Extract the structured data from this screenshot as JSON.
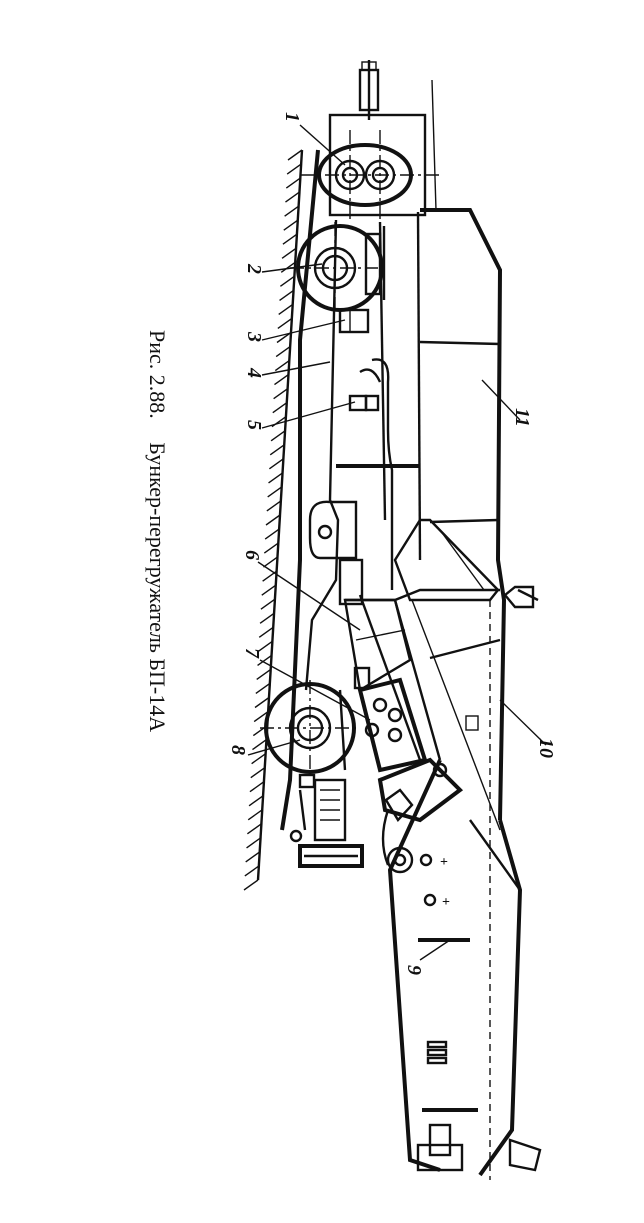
{
  "caption": {
    "figure_number": "Рис. 2.88.",
    "title": "Бункер-перегружатель БП-14А"
  },
  "callouts": [
    {
      "id": "callout-1",
      "label": "1"
    },
    {
      "id": "callout-2",
      "label": "2"
    },
    {
      "id": "callout-3",
      "label": "3"
    },
    {
      "id": "callout-4",
      "label": "4"
    },
    {
      "id": "callout-5",
      "label": "5"
    },
    {
      "id": "callout-6",
      "label": "6"
    },
    {
      "id": "callout-7",
      "label": "7"
    },
    {
      "id": "callout-8",
      "label": "8"
    },
    {
      "id": "callout-9",
      "label": "9"
    },
    {
      "id": "callout-10",
      "label": "10"
    },
    {
      "id": "callout-11",
      "label": "11"
    }
  ]
}
